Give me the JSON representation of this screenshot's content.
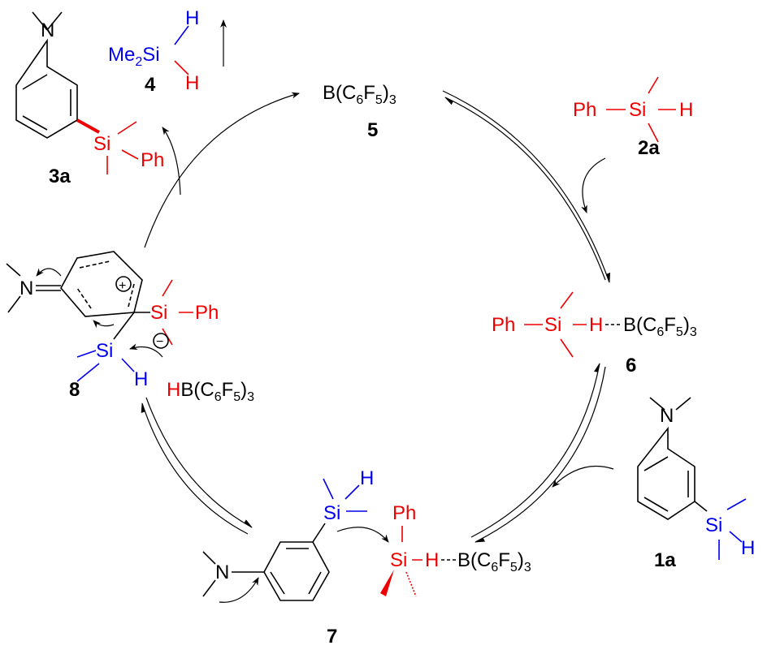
{
  "colors": {
    "silane_2a": "#ee0000",
    "silane_1a": "#0000ee",
    "default": "#000000"
  },
  "compounds": {
    "c3a": {
      "label": "3a",
      "N": "N",
      "Si": "Si",
      "Ph": "Ph"
    },
    "c4": {
      "label": "4",
      "Me": "Me",
      "Me_sub": "2",
      "Si": "Si",
      "H1": "H",
      "H2": "H"
    },
    "c5": {
      "label": "5",
      "B": "B(C",
      "s1": "6",
      "F": "F",
      "s2": "5",
      "close": ")",
      "s3": "3"
    },
    "c2a": {
      "label": "2a",
      "Ph": "Ph",
      "Si": "Si",
      "H": "H"
    },
    "c6": {
      "label": "6",
      "Ph": "Ph",
      "Si": "Si",
      "H": "H",
      "B": "B(C",
      "s1": "6",
      "F": "F",
      "s2": "5",
      "close": ")",
      "s3": "3"
    },
    "c1a": {
      "label": "1a",
      "N": "N",
      "Si": "Si",
      "H": "H"
    },
    "c7": {
      "label": "7",
      "N": "N",
      "Si_blue": "Si",
      "H_blue": "H",
      "Ph": "Ph",
      "Si_red": "Si",
      "H_red": "H",
      "B": "B(C",
      "s1": "6",
      "F": "F",
      "s2": "5",
      "close": ")",
      "s3": "3"
    },
    "c8": {
      "label": "8",
      "N": "N",
      "Si_red": "Si",
      "Ph": "Ph",
      "Si_blue": "Si",
      "H_blue": "H",
      "plus": "+",
      "minus": "−",
      "H_red": "H",
      "B": "B(C",
      "s1": "6",
      "F": "F",
      "s2": "5",
      "close": ")",
      "s3": "3"
    }
  }
}
